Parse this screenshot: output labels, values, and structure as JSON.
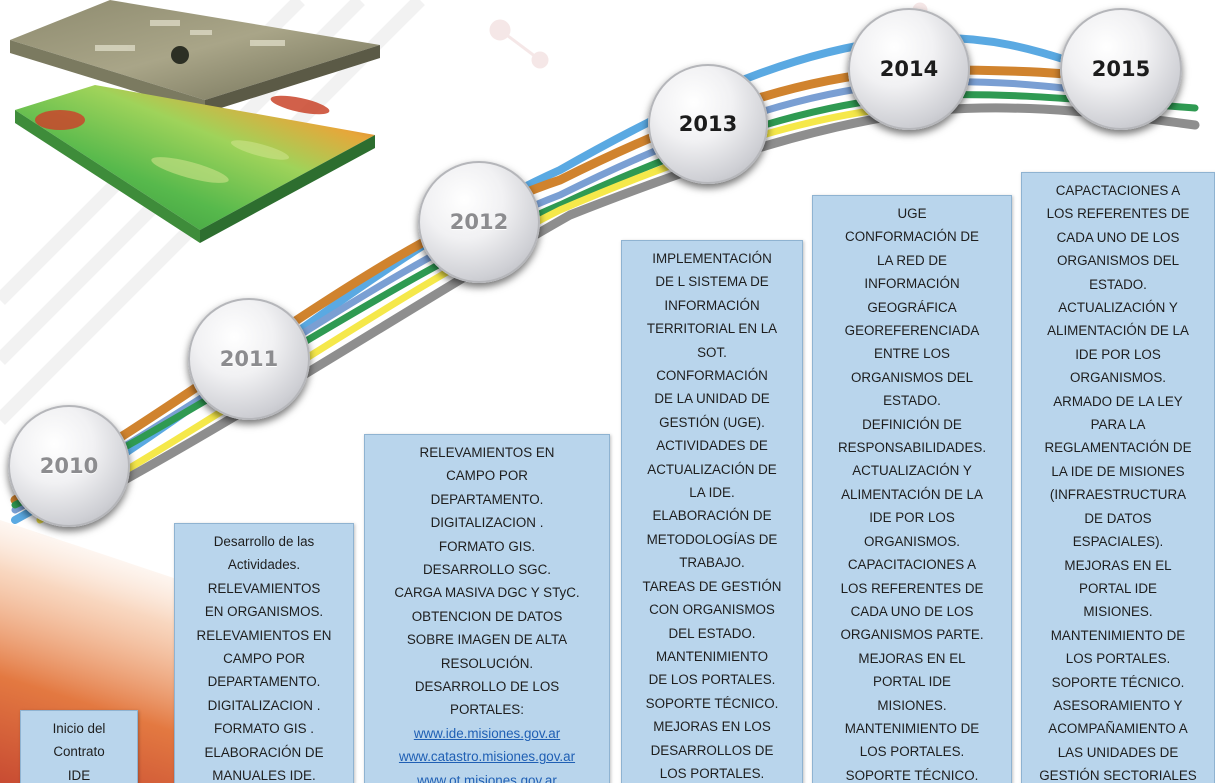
{
  "timeline": {
    "years": [
      {
        "label": "2010",
        "style": "light"
      },
      {
        "label": "2011",
        "style": "light"
      },
      {
        "label": "2012",
        "style": "light"
      },
      {
        "label": "2013",
        "style": "dark"
      },
      {
        "label": "2014",
        "style": "dark"
      },
      {
        "label": "2015",
        "style": "dark"
      }
    ],
    "ribbon_colors": [
      "#5aa9e2",
      "#d0832e",
      "#7a9fd3",
      "#2f9a52",
      "#f5e84a",
      "#8e8e8e"
    ]
  },
  "boxes": [
    {
      "lines": [
        "Inicio del",
        "Contrato",
        "IDE"
      ]
    },
    {
      "lines": [
        "Desarrollo de las",
        "Actividades.",
        "RELEVAMIENTOS",
        "EN ORGANISMOS.",
        "RELEVAMIENTOS EN",
        "CAMPO POR",
        "DEPARTAMENTO.",
        "DIGITALIZACION .",
        "FORMATO GIS .",
        "ELABORACIÓN DE",
        "MANUALES IDE."
      ]
    },
    {
      "lines": [
        "RELEVAMIENTOS EN",
        "CAMPO POR",
        "DEPARTAMENTO.",
        "DIGITALIZACION .",
        "FORMATO GIS.",
        "DESARROLLO SGC.",
        "CARGA MASIVA DGC Y STyC.",
        "OBTENCION DE DATOS",
        "SOBRE IMAGEN DE ALTA",
        "RESOLUCIÓN.",
        "DESARROLLO DE LOS",
        "PORTALES:"
      ],
      "links": [
        "www.ide.misiones.gov.ar",
        "www.catastro.misiones.gov.ar",
        "www.ot.misiones.gov.ar"
      ]
    },
    {
      "lines": [
        "IMPLEMENTACIÓN",
        "DE L SISTEMA DE",
        "INFORMACIÓN",
        "TERRITORIAL EN LA",
        "SOT.",
        "CONFORMACIÓN",
        "DE LA UNIDAD DE",
        "GESTIÓN (UGE).",
        "ACTIVIDADES DE",
        "ACTUALIZACIÓN DE",
        "LA IDE.",
        "ELABORACIÓN DE",
        "METODOLOGÍAS DE",
        "TRABAJO.",
        "TAREAS DE GESTIÓN",
        "CON ORGANISMOS",
        "DEL ESTADO.",
        "MANTENIMIENTO",
        "DE LOS PORTALES.",
        "SOPORTE TÉCNICO.",
        "MEJORAS EN LOS",
        "DESARROLLOS DE",
        "LOS PORTALES."
      ]
    },
    {
      "lines": [
        "UGE",
        "CONFORMACIÓN  DE",
        "LA RED DE",
        "INFORMACIÓN",
        "GEOGRÁFICA",
        "GEOREFERENCIADA",
        "ENTRE LOS",
        "ORGANISMOS DEL",
        "ESTADO.",
        "DEFINICIÓN DE",
        "RESPONSABILIDADES.",
        "ACTUALIZACIÓN Y",
        "ALIMENTACIÓN DE LA",
        "IDE POR LOS",
        "ORGANISMOS.",
        "CAPACITACIONES  A",
        "LOS REFERENTES DE",
        "CADA UNO DE LOS",
        "ORGANISMOS PARTE.",
        "MEJORAS EN EL",
        "PORTAL IDE",
        "MISIONES.",
        "MANTENIMIENTO  DE",
        "LOS PORTALES.",
        "SOPORTE TÉCNICO."
      ]
    },
    {
      "lines": [
        "CAPACTACIONES A",
        "LOS REFERENTES DE",
        "CADA UNO DE LOS",
        "ORGANISMOS DEL",
        "ESTADO.",
        "ACTUALIZACIÓN Y",
        "ALIMENTACIÓN DE LA",
        "IDE POR LOS",
        "ORGANISMOS.",
        "ARMADO DE LA LEY",
        "PARA LA",
        "REGLAMENTACIÓN DE",
        "LA IDE DE MISIONES",
        "(INFRAESTRUCTURA",
        "DE DATOS",
        "ESPACIALES).",
        "MEJORAS EN EL",
        "PORTAL IDE",
        "MISIONES.",
        "MANTENIMIENTO DE",
        "LOS PORTALES.",
        "SOPORTE TÉCNICO.",
        "ASESORAMIENTO Y",
        "ACOMPAÑAMIENTO A",
        "LAS UNIDADES DE",
        "GESTIÓN SECTORIALES"
      ]
    }
  ]
}
